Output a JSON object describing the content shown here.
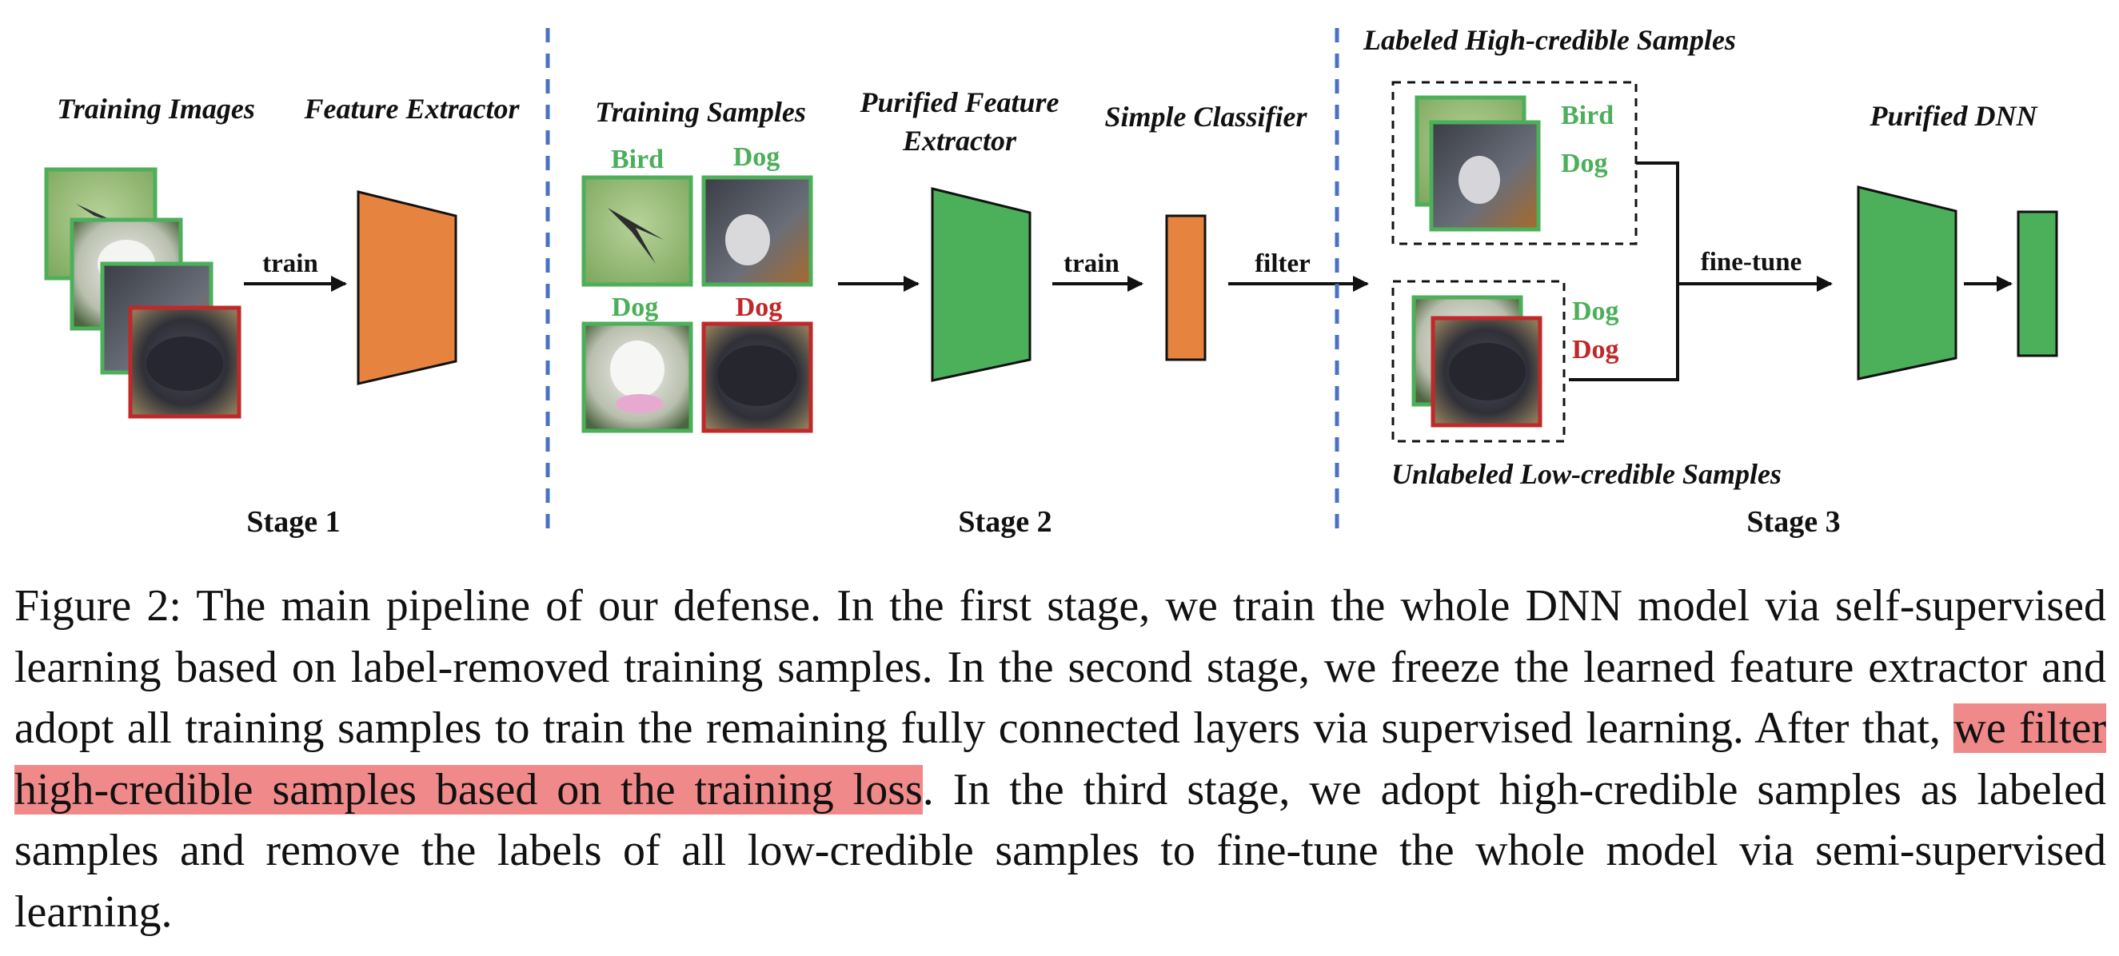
{
  "figure": {
    "stage1": {
      "title_images": "Training Images",
      "title_extractor": "Feature Extractor",
      "arrow_label": "train",
      "stage_label": "Stage 1"
    },
    "stage2": {
      "title_samples": "Training Samples",
      "title_purified_line1": "Purified Feature",
      "title_purified_line2": "Extractor",
      "title_classifier": "Simple Classifier",
      "labels": [
        {
          "text": "Bird",
          "correct": true
        },
        {
          "text": "Dog",
          "correct": true
        },
        {
          "text": "Dog",
          "correct": true
        },
        {
          "text": "Dog",
          "correct": false
        }
      ],
      "arrow_label": "train",
      "stage_label": "Stage 2"
    },
    "stage3": {
      "filter_label": "filter",
      "labeled_title": "Labeled High-credible Samples",
      "labeled_tags": [
        "Bird",
        "Dog"
      ],
      "unlabeled_title": "Unlabeled Low-credible Samples",
      "unlabeled_tags": [
        "Dog",
        "Dog"
      ],
      "finetune_label": "fine-tune",
      "purified_dnn_title": "Purified DNN",
      "stage_label": "Stage 3"
    },
    "colors": {
      "orange": "#e6843f",
      "green": "#4caf5a",
      "red": "#c0282a",
      "divider": "#4a72c4",
      "highlight": "#f08a8a"
    }
  },
  "caption": {
    "before": "Figure 2: The main pipeline of our defense. In the first stage, we train the whole DNN model via self-supervised learning based on label-removed training samples. In the second stage, we freeze the learned feature extractor and adopt all training samples to train the remaining fully connected layers via supervised learning. After that, ",
    "highlight": "we filter high-credible samples based on the training loss",
    "after": ". In the third stage, we adopt high-credible samples as labeled samples and remove the labels of all low-credible samples to fine-tune the whole model via semi-supervised learning."
  }
}
